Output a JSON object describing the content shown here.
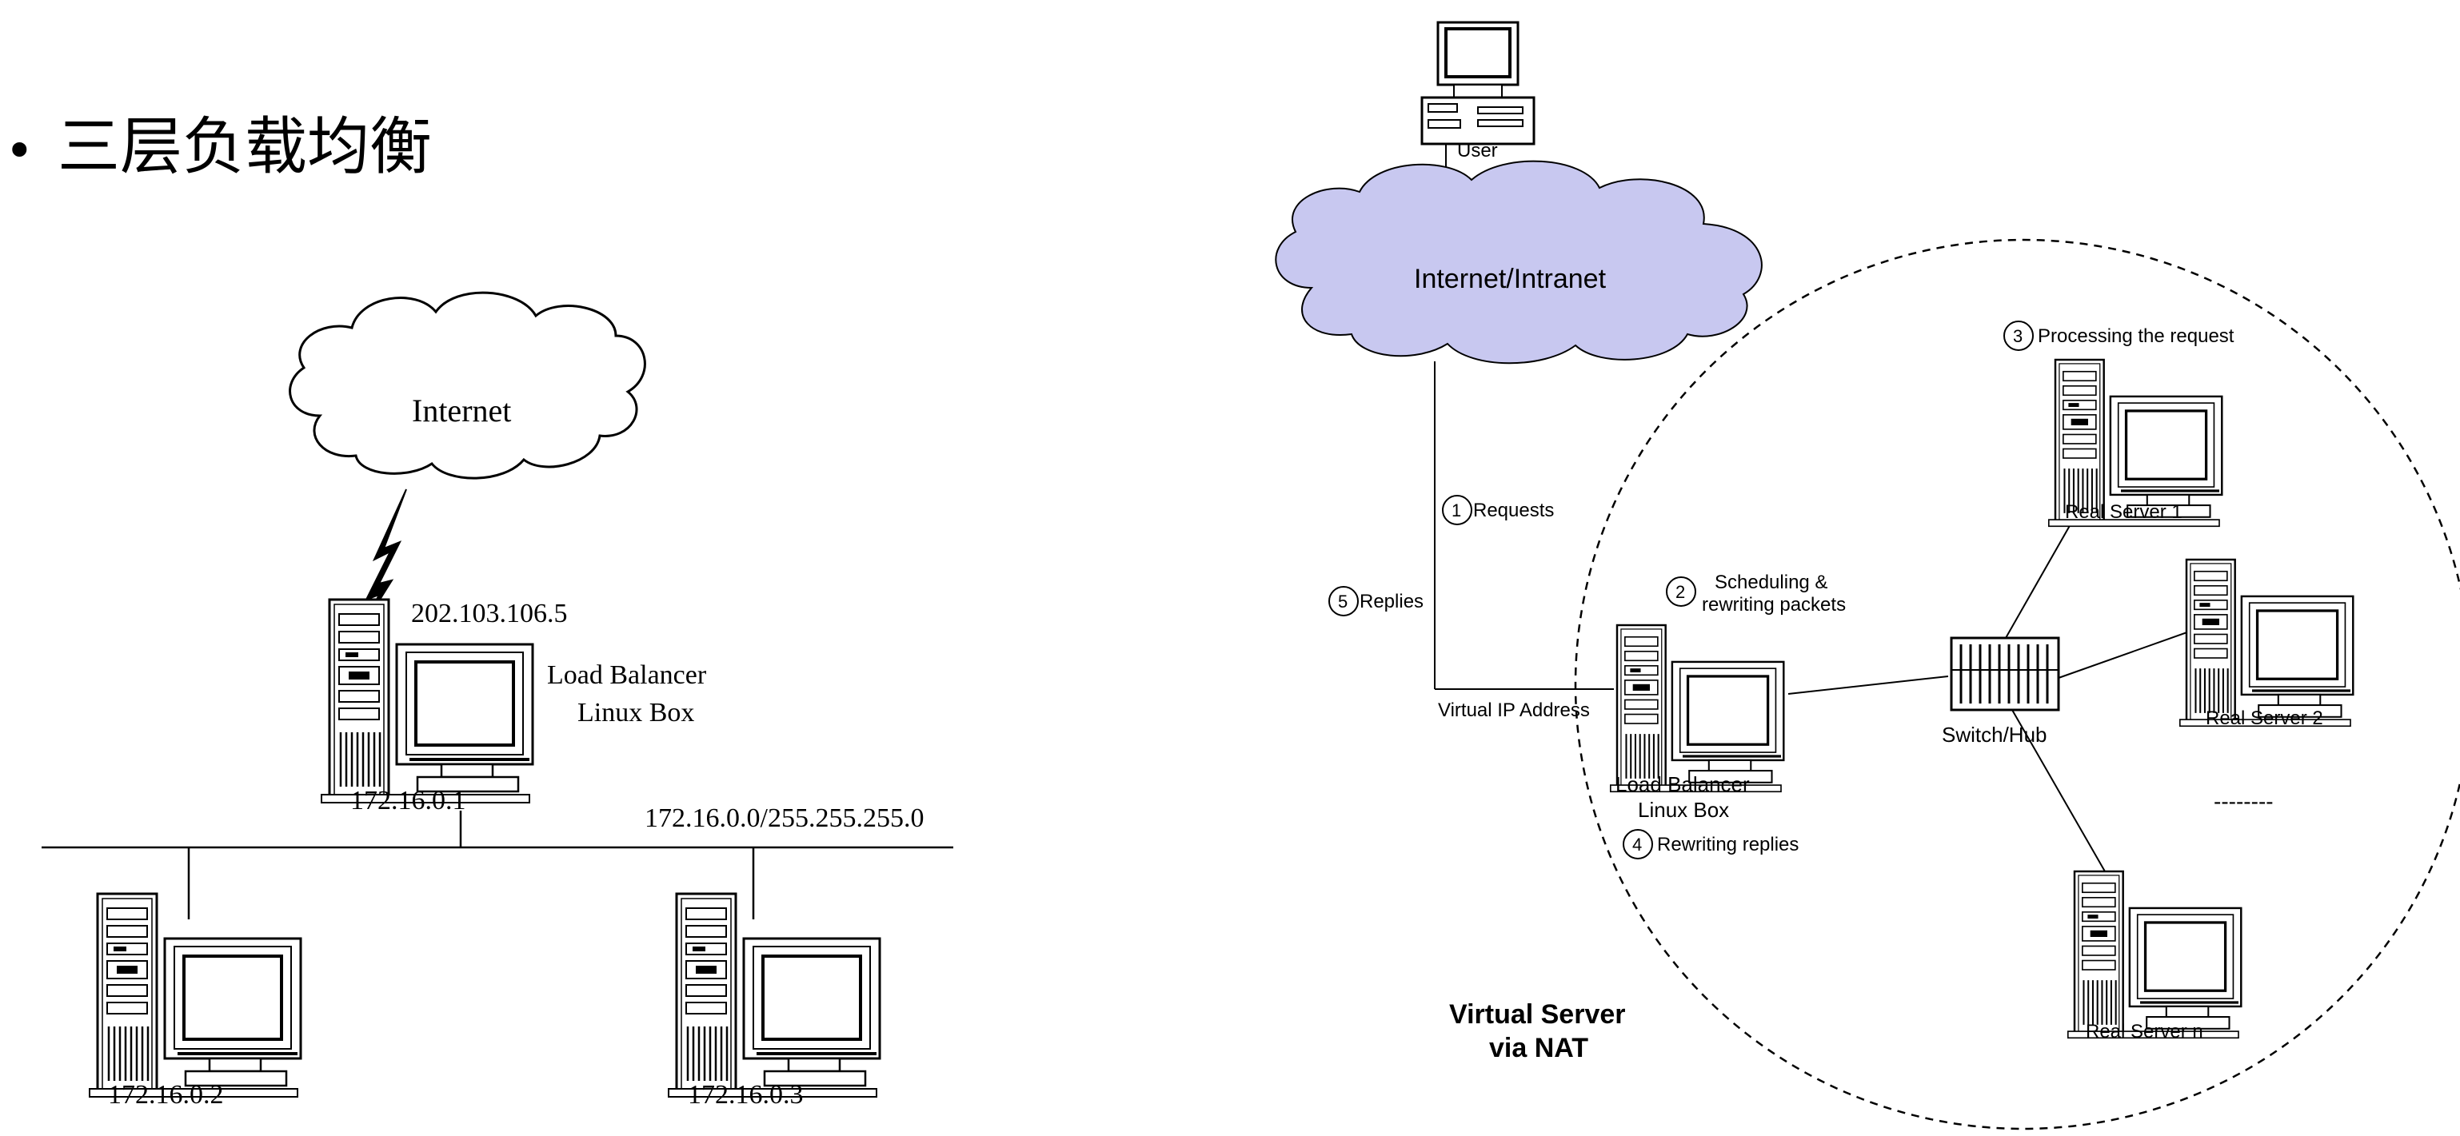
{
  "bullet": {
    "dot": "•",
    "title": "三层负载均衡"
  },
  "left_diagram": {
    "cloud_label": "Internet",
    "public_ip": "202.103.106.5",
    "lb_label_line1": "Load Balancer",
    "lb_label_line2": "Linux Box",
    "lb_internal_ip": "172.16.0.1",
    "subnet": "172.16.0.0/255.255.255.0",
    "server1_ip": "172.16.0.2",
    "server2_ip": "172.16.0.3"
  },
  "right_diagram": {
    "user_label": "User",
    "cloud_label": "Internet/Intranet",
    "step1": {
      "num": "1",
      "text": "Requests"
    },
    "step2": {
      "num": "2",
      "text_line1": "Scheduling &",
      "text_line2": "rewriting packets"
    },
    "step3": {
      "num": "3",
      "text": "Processing the request"
    },
    "step4": {
      "num": "4",
      "text": "Rewriting replies"
    },
    "step5": {
      "num": "5",
      "text": "Replies"
    },
    "vip_label": "Virtual IP Address",
    "lb_label_line1": "Load Balancer",
    "lb_label_line2": "Linux Box",
    "switch_label": "Switch/Hub",
    "real_server_1": "Real Server 1",
    "real_server_2": "Real Server 2",
    "real_server_n": "Real Server n",
    "ellipsis": "--------",
    "footer_line1": "Virtual Server",
    "footer_line2": "via NAT"
  },
  "colors": {
    "cloud_fill_right": "#c8c8f0",
    "cloud_fill_left": "#ffffff",
    "stroke": "#000000"
  },
  "icons": [
    "desktop-pc-icon",
    "server-tower-icon",
    "crt-monitor-icon",
    "network-switch-icon",
    "lightning-bolt-icon",
    "cloud-icon"
  ]
}
